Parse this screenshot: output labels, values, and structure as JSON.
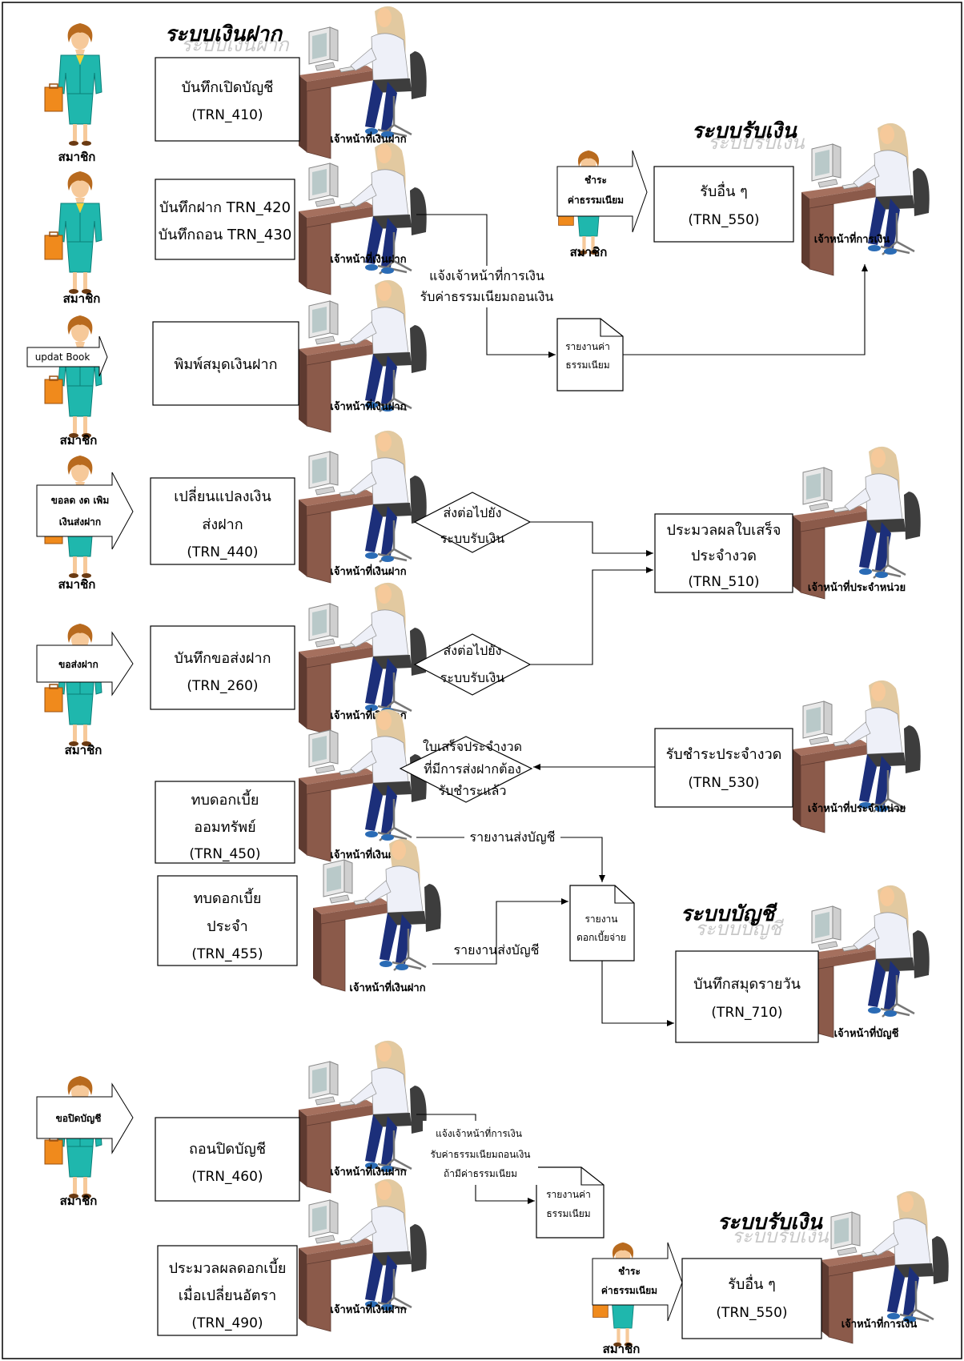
{
  "titles": {
    "deposit_system": "ระบบเงินฝาก",
    "receive_system_1": "ระบบรับเงิน",
    "accounting_system": "ระบบบัญชี",
    "receive_system_2": "ระบบรับเงิน"
  },
  "roles": {
    "deposit_officer": "เจ้าหน้าที่เงินฝาก",
    "finance_officer": "เจ้าหน้าที่การเงิน",
    "unit_officer": "เจ้าหน้าที่ประจำหน่วย",
    "accounting_officer": "เจ้าหน้าที่บัญชี",
    "member": "สมาชิก"
  },
  "member_arrows": {
    "update_book": "updat Book",
    "change_deposit_line1": "ขอลด งด เพิม",
    "change_deposit_line2": "เงินส่งฝาก",
    "request_deposit": "ขอส่งฝาก",
    "close_account": "ขอปิดบัญชี",
    "pay_fee_line1": "ชำระ",
    "pay_fee_line2": "ค่าธรรมเนียม"
  },
  "boxes": {
    "open_account": {
      "line1": "บันทึกเปิดบัญชี",
      "code": "(TRN_410)"
    },
    "deposit_withdraw": {
      "line1": "บันทึกฝาก TRN_420",
      "line2": "บันทึกถอน TRN_430"
    },
    "print_book": {
      "line1": "พิมพ์สมุดเงินฝาก"
    },
    "change_amount": {
      "line1": "เปลี่ยนแปลงเงิน",
      "line2": "ส่งฝาก",
      "code": "(TRN_440)"
    },
    "request_deposit": {
      "line1": "บันทึกขอส่งฝาก",
      "code": "(TRN_260)"
    },
    "savings_interest": {
      "line1": "ทบดอกเบี้ย",
      "line2": "ออมทรัพย์",
      "code": "(TRN_450)"
    },
    "fixed_interest": {
      "line1": "ทบดอกเบี้ย",
      "line2": "ประจำ",
      "code": "(TRN_455)"
    },
    "close_account": {
      "line1": "ถอนปิดบัญชี",
      "code": "(TRN_460)"
    },
    "rate_change": {
      "line1": "ประมวลผลดอกเบี้ย",
      "line2": "เมื่อเปลี่ยนอัตรา",
      "code": "(TRN_490)"
    },
    "other_receipt_1": {
      "line1": "รับอื่น ๆ",
      "code": "(TRN_550)"
    },
    "monthly_receipt": {
      "line1": "ประมวลผลใบเสร็จ",
      "line2": "ประจำงวด",
      "code": "(TRN_510)"
    },
    "pay_monthly": {
      "line1": "รับชำระประจำงวด",
      "code": "(TRN_530)"
    },
    "daily_journal": {
      "line1": "บันทึกสมุดรายวัน",
      "code": "(TRN_710)"
    },
    "other_receipt_2": {
      "line1": "รับอื่น ๆ",
      "code": "(TRN_550)"
    }
  },
  "diamonds": {
    "forward_1": {
      "line1": "ส่งต่อไปยัง",
      "line2": "ระบบรับเงิน"
    },
    "forward_2": {
      "line1": "ส่งต่อไปยัง",
      "line2": "ระบบรับเงิน"
    },
    "receipt_paid": {
      "line1": "ใบเสร็จประจำงวด",
      "line2": "ที่มีการส่งฝากต้อง",
      "line3": "รับชำระแล้ว"
    }
  },
  "documents": {
    "fee_report_1": {
      "line1": "รายงานค่า",
      "line2": "ธรรมเนียม"
    },
    "interest_report": {
      "line1": "รายงาน",
      "line2": "ดอกเบี้ยจ่าย"
    },
    "fee_report_2": {
      "line1": "รายงานค่า",
      "line2": "ธรรมเนียม"
    }
  },
  "flow_labels": {
    "notify_finance_line1": "แจ้งเจ้าหน้าที่การเงิน",
    "notify_finance_line2": "รับค่าธรรมเนียมถอนเงิน",
    "report_accounting_1": "รายงานส่งบัญชี",
    "report_accounting_2": "รายงานส่งบัญชี",
    "notify_close_line1": "แจ้งเจ้าหน้าที่การเงิน",
    "notify_close_line2": "รับค่าธรรมเนียมถอนเงิน",
    "notify_close_line3": "ถ้ามีค่าธรรมเนียม"
  },
  "colors": {
    "suit": "#1fb7ad",
    "suit_dark": "#0b7f78",
    "hair": "#b86a1e",
    "skin": "#f6c99a",
    "briefcase": "#f08a1c",
    "desk": "#8b5a4a",
    "desk_dark": "#5e3a30",
    "monitor": "#e8e8e8",
    "chair": "#555555",
    "officer_hair": "#e2c9a0",
    "shirt": "#eef0f8",
    "jeans": "#1c2f7a"
  }
}
